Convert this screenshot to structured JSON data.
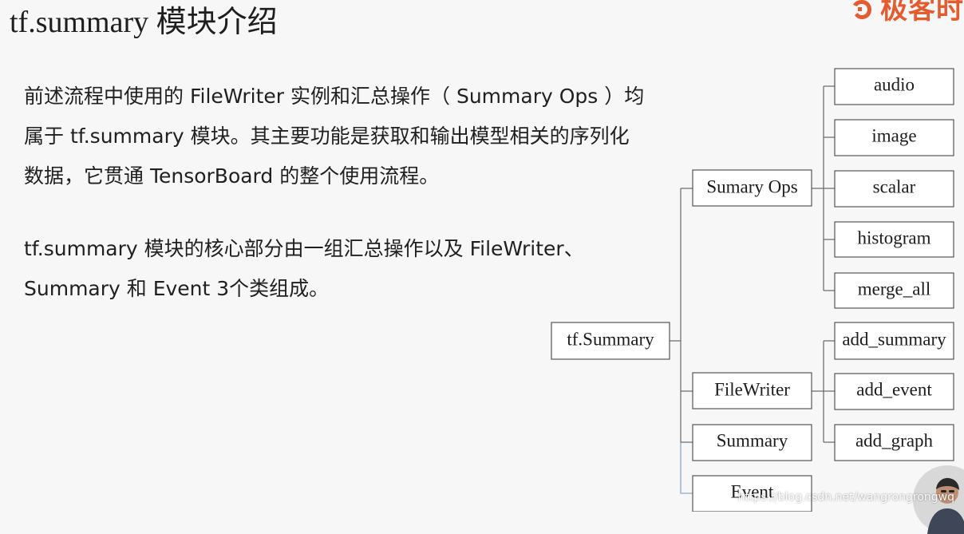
{
  "header": {
    "title": "tf.summary 模块介绍",
    "logo_text": "极客时"
  },
  "content": {
    "paragraph_1": "前述流程中使用的 FileWriter 实例和汇总操作（ Summary Ops ）均属于 tf.summary 模块。其主要功能是获取和输出模型相关的序列化数据，它贯通 TensorBoard 的整个使用流程。",
    "paragraph_2": "tf.summary 模块的核心部分由一组汇总操作以及 FileWriter、Summary 和 Event 3个类组成。"
  },
  "diagram": {
    "root": "tf.Summary",
    "nodes": {
      "summary_ops": "Sumary Ops",
      "filewriter": "FileWriter",
      "summary": "Summary",
      "event": "Event",
      "audio": "audio",
      "image": "image",
      "scalar": "scalar",
      "histogram": "histogram",
      "merge_all": "merge_all",
      "add_summary": "add_summary",
      "add_event": "add_event",
      "add_graph": "add_graph"
    }
  },
  "footer": {
    "watermark": "https://blog.csdn.net/wangrongrongwq"
  },
  "colors": {
    "accent": "#e45b2f",
    "connector_highlight": "#9fb5d3"
  },
  "icons": {
    "logo": "geek-time-logo-icon",
    "avatar": "presenter-avatar-icon"
  }
}
